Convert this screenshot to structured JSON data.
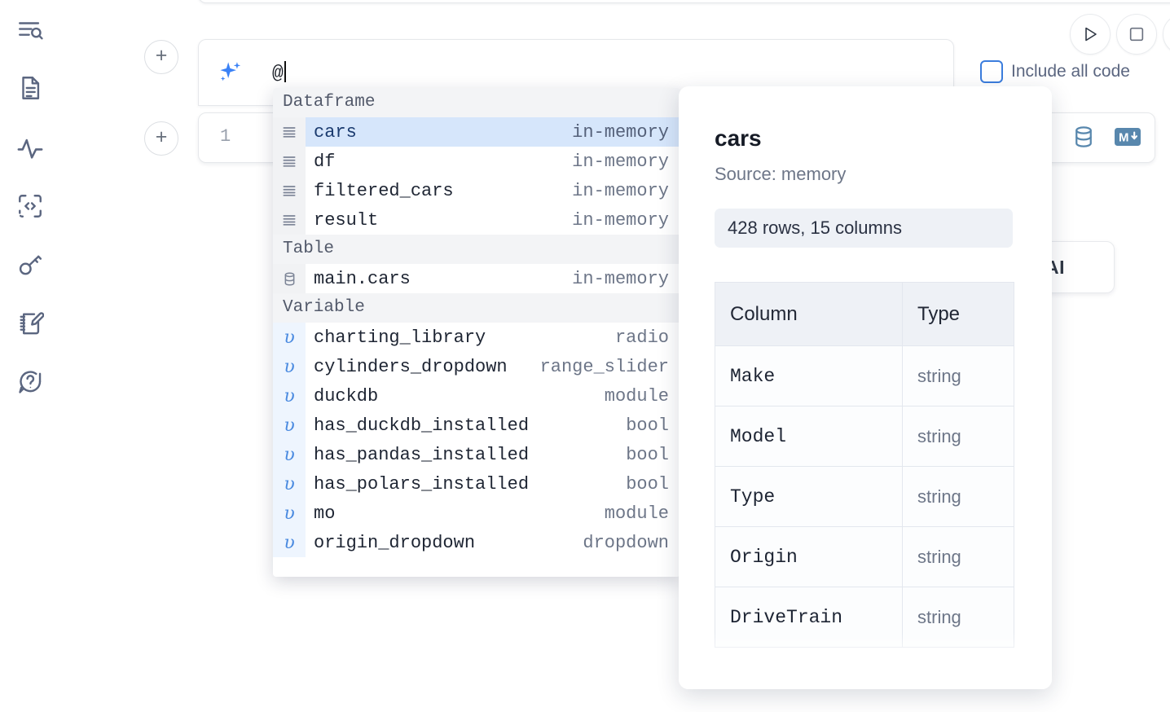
{
  "sidebar": {
    "items": [
      {
        "name": "outline-search-icon",
        "label": "Outline / search"
      },
      {
        "name": "file-explorer-icon",
        "label": "File explorer"
      },
      {
        "name": "activity-icon",
        "label": "Activity"
      },
      {
        "name": "snippets-icon",
        "label": "Snippets"
      },
      {
        "name": "secrets-key-icon",
        "label": "Secrets"
      },
      {
        "name": "scratchpad-icon",
        "label": "Scratchpad"
      },
      {
        "name": "help-icon",
        "label": "Help"
      }
    ]
  },
  "toolbar": {
    "run_label": "Run",
    "stop_label": "Interrupt",
    "include_all_code_label": "Include all code",
    "include_all_code_checked": false,
    "accent_color": "#3b7ddd"
  },
  "ai_prompt": {
    "value": "@",
    "icon": "sparkle-icon",
    "add_cell_label": "+"
  },
  "code_cell": {
    "line_number": "1",
    "icons": [
      {
        "name": "database-icon",
        "label": "SQL"
      },
      {
        "name": "markdown-icon",
        "label": "M↓"
      }
    ]
  },
  "hidden_card": {
    "label": "h AI"
  },
  "autocomplete": {
    "groups": [
      {
        "title": "Dataframe",
        "gutter_kind": "dataframe",
        "items": [
          {
            "name": "cars",
            "meta": "in-memory",
            "selected": true
          },
          {
            "name": "df",
            "meta": "in-memory",
            "selected": false
          },
          {
            "name": "filtered_cars",
            "meta": "in-memory",
            "selected": false
          },
          {
            "name": "result",
            "meta": "in-memory",
            "selected": false
          }
        ]
      },
      {
        "title": "Table",
        "gutter_kind": "table",
        "items": [
          {
            "name": "main.cars",
            "meta": "in-memory",
            "selected": false
          }
        ]
      },
      {
        "title": "Variable",
        "gutter_kind": "variable",
        "items": [
          {
            "name": "charting_library",
            "meta": "radio",
            "selected": false
          },
          {
            "name": "cylinders_dropdown",
            "meta": "range_slider",
            "selected": false
          },
          {
            "name": "duckdb",
            "meta": "module",
            "selected": false
          },
          {
            "name": "has_duckdb_installed",
            "meta": "bool",
            "selected": false
          },
          {
            "name": "has_pandas_installed",
            "meta": "bool",
            "selected": false
          },
          {
            "name": "has_polars_installed",
            "meta": "bool",
            "selected": false
          },
          {
            "name": "mo",
            "meta": "module",
            "selected": false
          },
          {
            "name": "origin_dropdown",
            "meta": "dropdown",
            "selected": false
          }
        ]
      }
    ]
  },
  "preview": {
    "title": "cars",
    "source": "Source: memory",
    "shape": "428 rows, 15 columns",
    "table": {
      "headers": [
        "Column",
        "Type"
      ],
      "rows": [
        [
          "Make",
          "string"
        ],
        [
          "Model",
          "string"
        ],
        [
          "Type",
          "string"
        ],
        [
          "Origin",
          "string"
        ],
        [
          "DriveTrain",
          "string"
        ]
      ]
    }
  }
}
